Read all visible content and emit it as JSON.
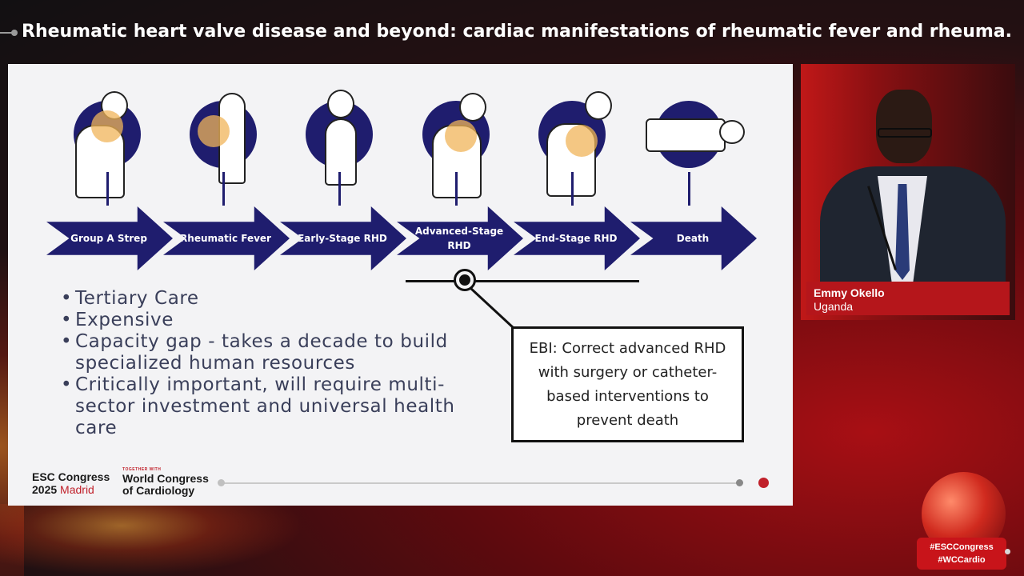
{
  "header": {
    "title": "Rheumatic heart valve disease and beyond: cardiac manifestations of rheumatic fever and rheuma..."
  },
  "slide": {
    "stages": [
      {
        "label": "Group A Strep",
        "icon": "shoulder-pain-figure-icon"
      },
      {
        "label": "Rheumatic Fever",
        "icon": "knee-pain-figure-icon"
      },
      {
        "label": "Early-Stage RHD",
        "icon": "heart-figure-icon"
      },
      {
        "label": "Advanced-Stage RHD",
        "icon": "chest-pain-figure-icon"
      },
      {
        "label": "End-Stage RHD",
        "icon": "bent-over-figure-icon"
      },
      {
        "label": "Death",
        "icon": "lying-figure-icon"
      }
    ],
    "bullets": [
      "Tertiary Care",
      "Expensive",
      "Capacity gap - takes a decade to build specialized human resources",
      "Critically important, will require multi-sector investment and universal health care"
    ],
    "ebi_text": "EBI: Correct advanced RHD with surgery or catheter-based interventions to prevent death",
    "footer": {
      "esc_line1": "ESC Congress",
      "esc_year": "2025",
      "esc_city": "Madrid",
      "wcc_small": "TOGETHER WITH",
      "wcc_line1": "World Congress",
      "wcc_line2": "of Cardiology"
    }
  },
  "speaker": {
    "name": "Emmy Okello",
    "country": "Uganda"
  },
  "branding": {
    "hashtag1": "#ESCCongress",
    "hashtag2": "#WCCardio"
  },
  "colors": {
    "arrow_navy": "#1f1d6e",
    "accent_red": "#c0202a"
  }
}
